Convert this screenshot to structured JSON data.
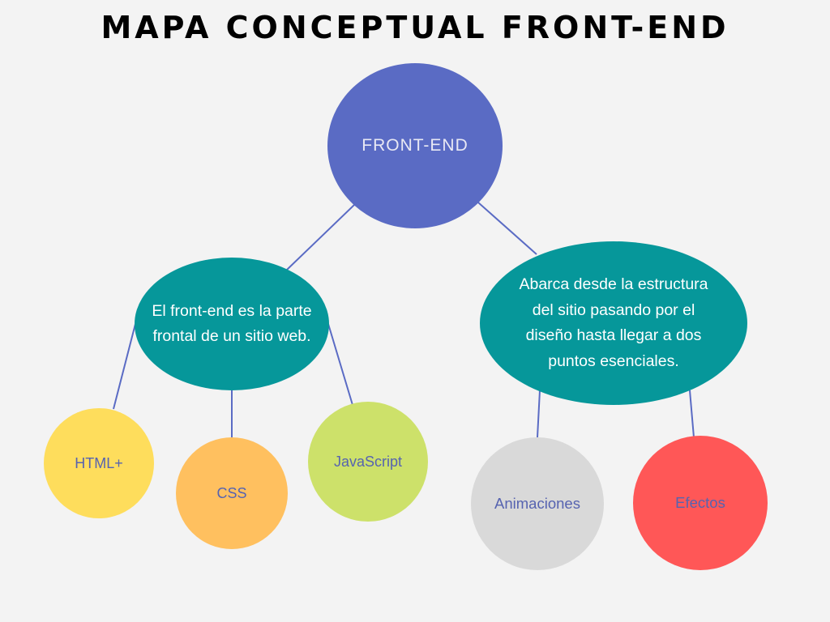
{
  "title": "MAPA CONCEPTUAL FRONT-END",
  "nodes": {
    "root": {
      "label": "FRONT-END",
      "color": "#5a6bc4"
    },
    "definition": {
      "label": "El front-end es la parte frontal de un sitio web.",
      "color": "#06979a"
    },
    "scope": {
      "label": "Abarca desde la estructura del sitio pasando por el diseño hasta llegar a dos puntos esenciales.",
      "color": "#06979a"
    },
    "html": {
      "label": "HTML+",
      "color": "#fedd5c"
    },
    "css": {
      "label": "CSS",
      "color": "#ffc05f"
    },
    "javascript": {
      "label": "JavaScript",
      "color": "#cde16a"
    },
    "animaciones": {
      "label": "Animaciones",
      "color": "#d9d9d9"
    },
    "efectos": {
      "label": "Efectos",
      "color": "#ff5757"
    }
  },
  "edges": [
    {
      "from": "root",
      "to": "definition"
    },
    {
      "from": "root",
      "to": "scope"
    },
    {
      "from": "definition",
      "to": "html"
    },
    {
      "from": "definition",
      "to": "css"
    },
    {
      "from": "definition",
      "to": "javascript"
    },
    {
      "from": "scope",
      "to": "animaciones"
    },
    {
      "from": "scope",
      "to": "efectos"
    }
  ],
  "colors": {
    "background": "#f3f3f3",
    "connector": "#5a6bc4",
    "leaf_text": "#5663b0"
  }
}
